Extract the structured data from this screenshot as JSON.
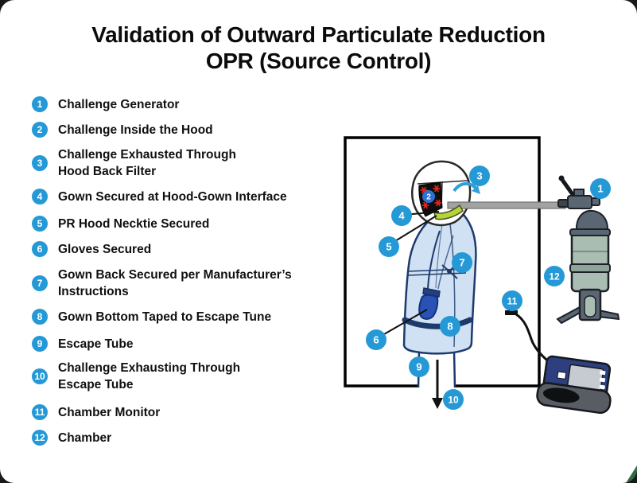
{
  "title": "Validation of Outward Particulate Reduction\nOPR (Source Control)",
  "legend": {
    "items": [
      {
        "number": "1",
        "label": "Challenge Generator"
      },
      {
        "number": "2",
        "label": "Challenge Inside the Hood"
      },
      {
        "number": "3",
        "label": "Challenge Exhausted Through\nHood Back Filter"
      },
      {
        "number": "4",
        "label": "Gown Secured at Hood-Gown Interface"
      },
      {
        "number": "5",
        "label": "PR Hood Necktie Secured"
      },
      {
        "number": "6",
        "label": "Gloves Secured"
      },
      {
        "number": "7",
        "label": "Gown Back Secured per Manufacturer’s\nInstructions"
      },
      {
        "number": "8",
        "label": "Gown Bottom Taped to Escape Tune"
      },
      {
        "number": "9",
        "label": "Escape Tube"
      },
      {
        "number": "10",
        "label": "Challenge Exhausting Through\nEscape Tube"
      },
      {
        "number": "11",
        "label": "Chamber Monitor"
      },
      {
        "number": "12",
        "label": "Chamber"
      }
    ]
  },
  "colors": {
    "callout_blue": "#2499d6",
    "hood_callout_blue": "#2b72d2",
    "gown_blue": "#cfe1f2",
    "outline_navy": "#1e3a6d",
    "collar_green": "#b5d43c",
    "glove_blue": "#2a52b5",
    "particle_red": "#e02419",
    "tube_grey": "#a3a3a3",
    "device_grey": "#5b6673",
    "canister_sage": "#a9bdb2",
    "monitor_navy": "#2e3f80",
    "corner_green": "#2f6b40"
  }
}
